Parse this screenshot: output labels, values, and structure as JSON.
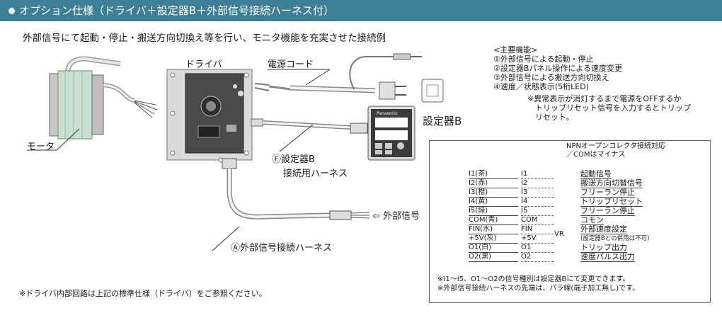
{
  "header": {
    "title": "オプション仕様（ドライバ＋設定器B＋外部信号接続ハーネス付）"
  },
  "subtitle": "外部信号にて起動・停止・搬送方向切換え等を行い、モニタ機能を充実させた接続例",
  "labels": {
    "driver": "ドライバ",
    "power_cord": "電源コード",
    "motor": "モータ",
    "setter_b": "設定器B",
    "harness_f_line1": "Ⓕ設定器B",
    "harness_f_line2": "接続用ハーネス",
    "external_signal": "⇦ 外部信号",
    "harness_a": "Ⓐ外部信号接続ハーネス",
    "device_brand": "Panasonic"
  },
  "features": {
    "title": "<主要機能>",
    "items": [
      "①外部信号による起動・停止",
      "②設定器Bパネル操作による速度変更",
      "③外部信号による搬送方向切換え",
      "④速度／状態表示(5桁LED)"
    ],
    "note_lines": [
      "※異常表示が消灯するまで電源をOFFするか",
      "　トリップリセット信号を入力するとトリップ",
      "　リセット。"
    ]
  },
  "wiring": {
    "npn_line1": "NPNオープンコレクタ接続対応",
    "npn_line2": "／COMはマイナス",
    "vr": "VR",
    "rows": [
      {
        "wire": "I1(茶)",
        "pin": "I1",
        "func": "起動信号"
      },
      {
        "wire": "I2(赤)",
        "pin": "I2",
        "func": "搬送方向切替信号"
      },
      {
        "wire": "I3(橙)",
        "pin": "I3",
        "func": "フリーラン停止"
      },
      {
        "wire": "I4(黄)",
        "pin": "I4",
        "func": "トリップリセット"
      },
      {
        "wire": "I5(緑)",
        "pin": "I5",
        "func": "フリーラン停止"
      },
      {
        "wire": "COM(青)",
        "pin": "COM",
        "func": "コモン"
      },
      {
        "wire": "FIN(水)",
        "pin": "FIN",
        "func": "外部速度設定"
      },
      {
        "wire": "+5V(灰)",
        "pin": "+5V",
        "func": "(設定器Bとの併用は不可)"
      },
      {
        "wire": "O1(白)",
        "pin": "O1",
        "func": "トリップ出力"
      },
      {
        "wire": "O2(黒)",
        "pin": "O2",
        "func": "速度パルス出力"
      }
    ],
    "notes": [
      "※I1〜I5、O1〜O2の信号種別は設定器Bにて変更できます。",
      "※外部信号接続ハーネスの先端は、バラ線(端子加工無し)です。"
    ]
  },
  "footer": "※ドライバ内部回路は上記の標準仕様（ドライバ）をご参照ください。",
  "colors": {
    "header_bg": "#3d7f94",
    "motor": "#c9e2cf",
    "driver_panel": "#d4d4d4"
  }
}
